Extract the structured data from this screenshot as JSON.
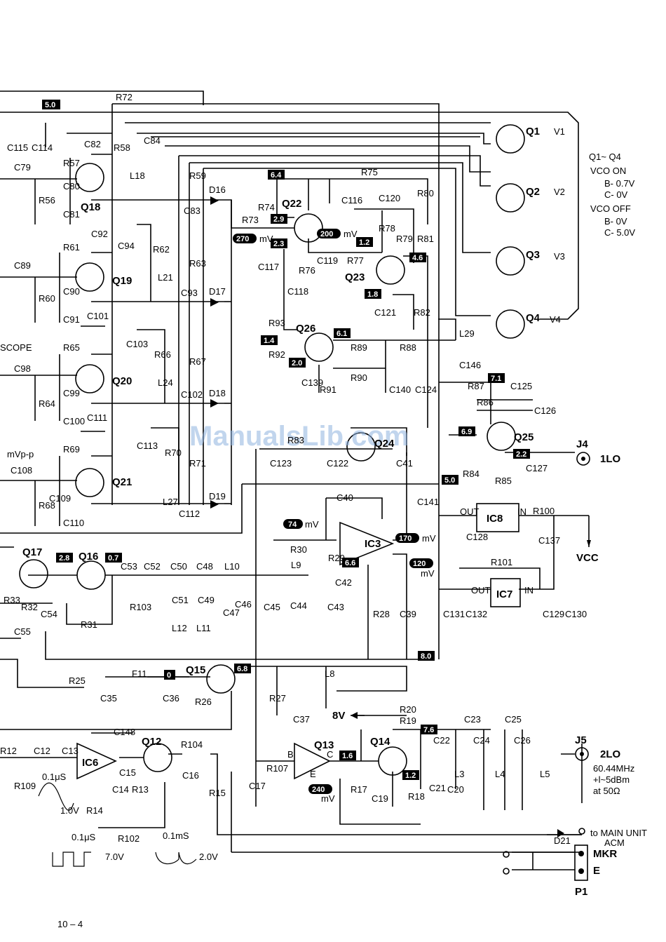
{
  "page_number": "10 – 4",
  "watermark": "ManualsLib.com",
  "transistors": {
    "q1": "Q1",
    "q2": "Q2",
    "q3": "Q3",
    "q4": "Q4",
    "q12": "Q12",
    "q13": "Q13",
    "q14": "Q14",
    "q15": "Q15",
    "q16": "Q16",
    "q17": "Q17",
    "q18": "Q18",
    "q19": "Q19",
    "q20": "Q20",
    "q21": "Q21",
    "q22": "Q22",
    "q23": "Q23",
    "q25": "Q25",
    "q26": "Q26"
  },
  "ics": {
    "ic3": "IC3",
    "ic6": "IC6",
    "ic7": "IC7",
    "ic8": "IC8"
  },
  "vco_labels": {
    "v1": "V1",
    "v2": "V2",
    "v3": "V3",
    "v4": "V4"
  },
  "vco_notes": {
    "range": "Q1~ Q4",
    "on_title": "VCO ON",
    "on_b": "B- 0.7V",
    "on_c": "C- 0V",
    "off_title": "VCO OFF",
    "off_b": "B- 0V",
    "off_c": "C- 5.0V"
  },
  "components": [
    "R72",
    "C115",
    "C114",
    "C82",
    "R58",
    "C84",
    "R57",
    "C79",
    "C80",
    "R56",
    "C81",
    "L18",
    "R59",
    "D16",
    "C83",
    "R75",
    "C116",
    "C120",
    "R80",
    "R74",
    "R73",
    "R78",
    "C92",
    "C94",
    "R62",
    "R61",
    "C89",
    "C90",
    "R60",
    "C91",
    "L21",
    "R63",
    "C93",
    "D17",
    "C101",
    "C103",
    "R66",
    "C117",
    "C119",
    "R77",
    "R76",
    "R79",
    "R81",
    "C118",
    "C121",
    "R82",
    "R93",
    "L29",
    "R89",
    "R88",
    "C146",
    "R65",
    "C98",
    "C99",
    "R64",
    "C100",
    "L24",
    "R67",
    "C102",
    "D18",
    "R92",
    "C139",
    "R91",
    "R90",
    "C140",
    "C124",
    "R87",
    "C125",
    "R86",
    "C126",
    "C111",
    "C113",
    "R70",
    "R71",
    "C123",
    "R83",
    "C122",
    "C41",
    "R84",
    "R85",
    "C127",
    "R69",
    "C108",
    "C109",
    "R68",
    "C110",
    "L27",
    "C112",
    "D19",
    "C141",
    "C40",
    "C128",
    "R100",
    "C137",
    "R30",
    "R29",
    "C42",
    "R101",
    "R33",
    "R32",
    "C54",
    "R31",
    "C55",
    "C53",
    "C52",
    "C50",
    "C48",
    "L10",
    "R103",
    "C51",
    "C49",
    "L9",
    "C45",
    "C44",
    "C43",
    "R28",
    "C39",
    "C47",
    "C46",
    "L12",
    "L11",
    "C131",
    "C132",
    "C129",
    "C130",
    "R25",
    "F11",
    "C35",
    "C36",
    "R26",
    "R27",
    "L8",
    "C37",
    "R20",
    "R19",
    "C148",
    "C23",
    "C25",
    "R12",
    "C12",
    "C13",
    "R104",
    "R109",
    "C14",
    "C15",
    "R13",
    "C16",
    "R15",
    "R14",
    "R102",
    "C17",
    "R107",
    "R17",
    "R18",
    "C19",
    "C21",
    "C20",
    "C22",
    "C24",
    "C26",
    "L3",
    "L4",
    "L5",
    "D21"
  ],
  "voltages": {
    "v5_0a": "5.0",
    "v6_4": "6.4",
    "v2_9": "2.9",
    "v2_3": "2.3",
    "v1_2": "1.2",
    "v4_6": "4.6",
    "v1_8": "1.8",
    "v6_1": "6.1",
    "v1_4": "1.4",
    "v2_0": "2.0",
    "v7_1": "7.1",
    "v6_9": "6.9",
    "v2_2": "2.2",
    "v5_0b": "5.0",
    "v2_8": "2.8",
    "v0_7": "0.7",
    "v6_6": "6.6",
    "v8_0": "8.0",
    "v0": "0",
    "v6_8": "6.8",
    "v7_6": "7.6",
    "v1_6": "1.6",
    "v1_2b": "1.2"
  },
  "levels": {
    "l270": "270",
    "l200": "200",
    "l74": "74",
    "l170": "170",
    "l120": "120",
    "l240": "240",
    "mv": "mV"
  },
  "io": {
    "j4": "J4",
    "ilo": "1LO",
    "j5": "J5",
    "lo2": "2LO",
    "lo2_spec1": "60.44MHz",
    "lo2_spec2": "+l~5dBm",
    "lo2_spec3": "at 50Ω",
    "vcc": "VCC",
    "v8": "8V",
    "main_unit": "to MAIN UNIT",
    "acm": "ACM",
    "mkr": "MKR",
    "e": "E",
    "p1": "P1",
    "scope": "SCOPE",
    "mvpp": "mVp-p",
    "out": "OUT",
    "in": "IN",
    "pin_b": "B",
    "pin_c": "C",
    "pin_e": "E",
    "d21": "D21"
  },
  "waveforms": {
    "w1_time": "0.1μS",
    "w1_amp": "1.0V",
    "w2_time": "0.1μS",
    "w2_amp": "7.0V",
    "w3_time": "0.1mS",
    "w3_amp": "2.0V"
  }
}
